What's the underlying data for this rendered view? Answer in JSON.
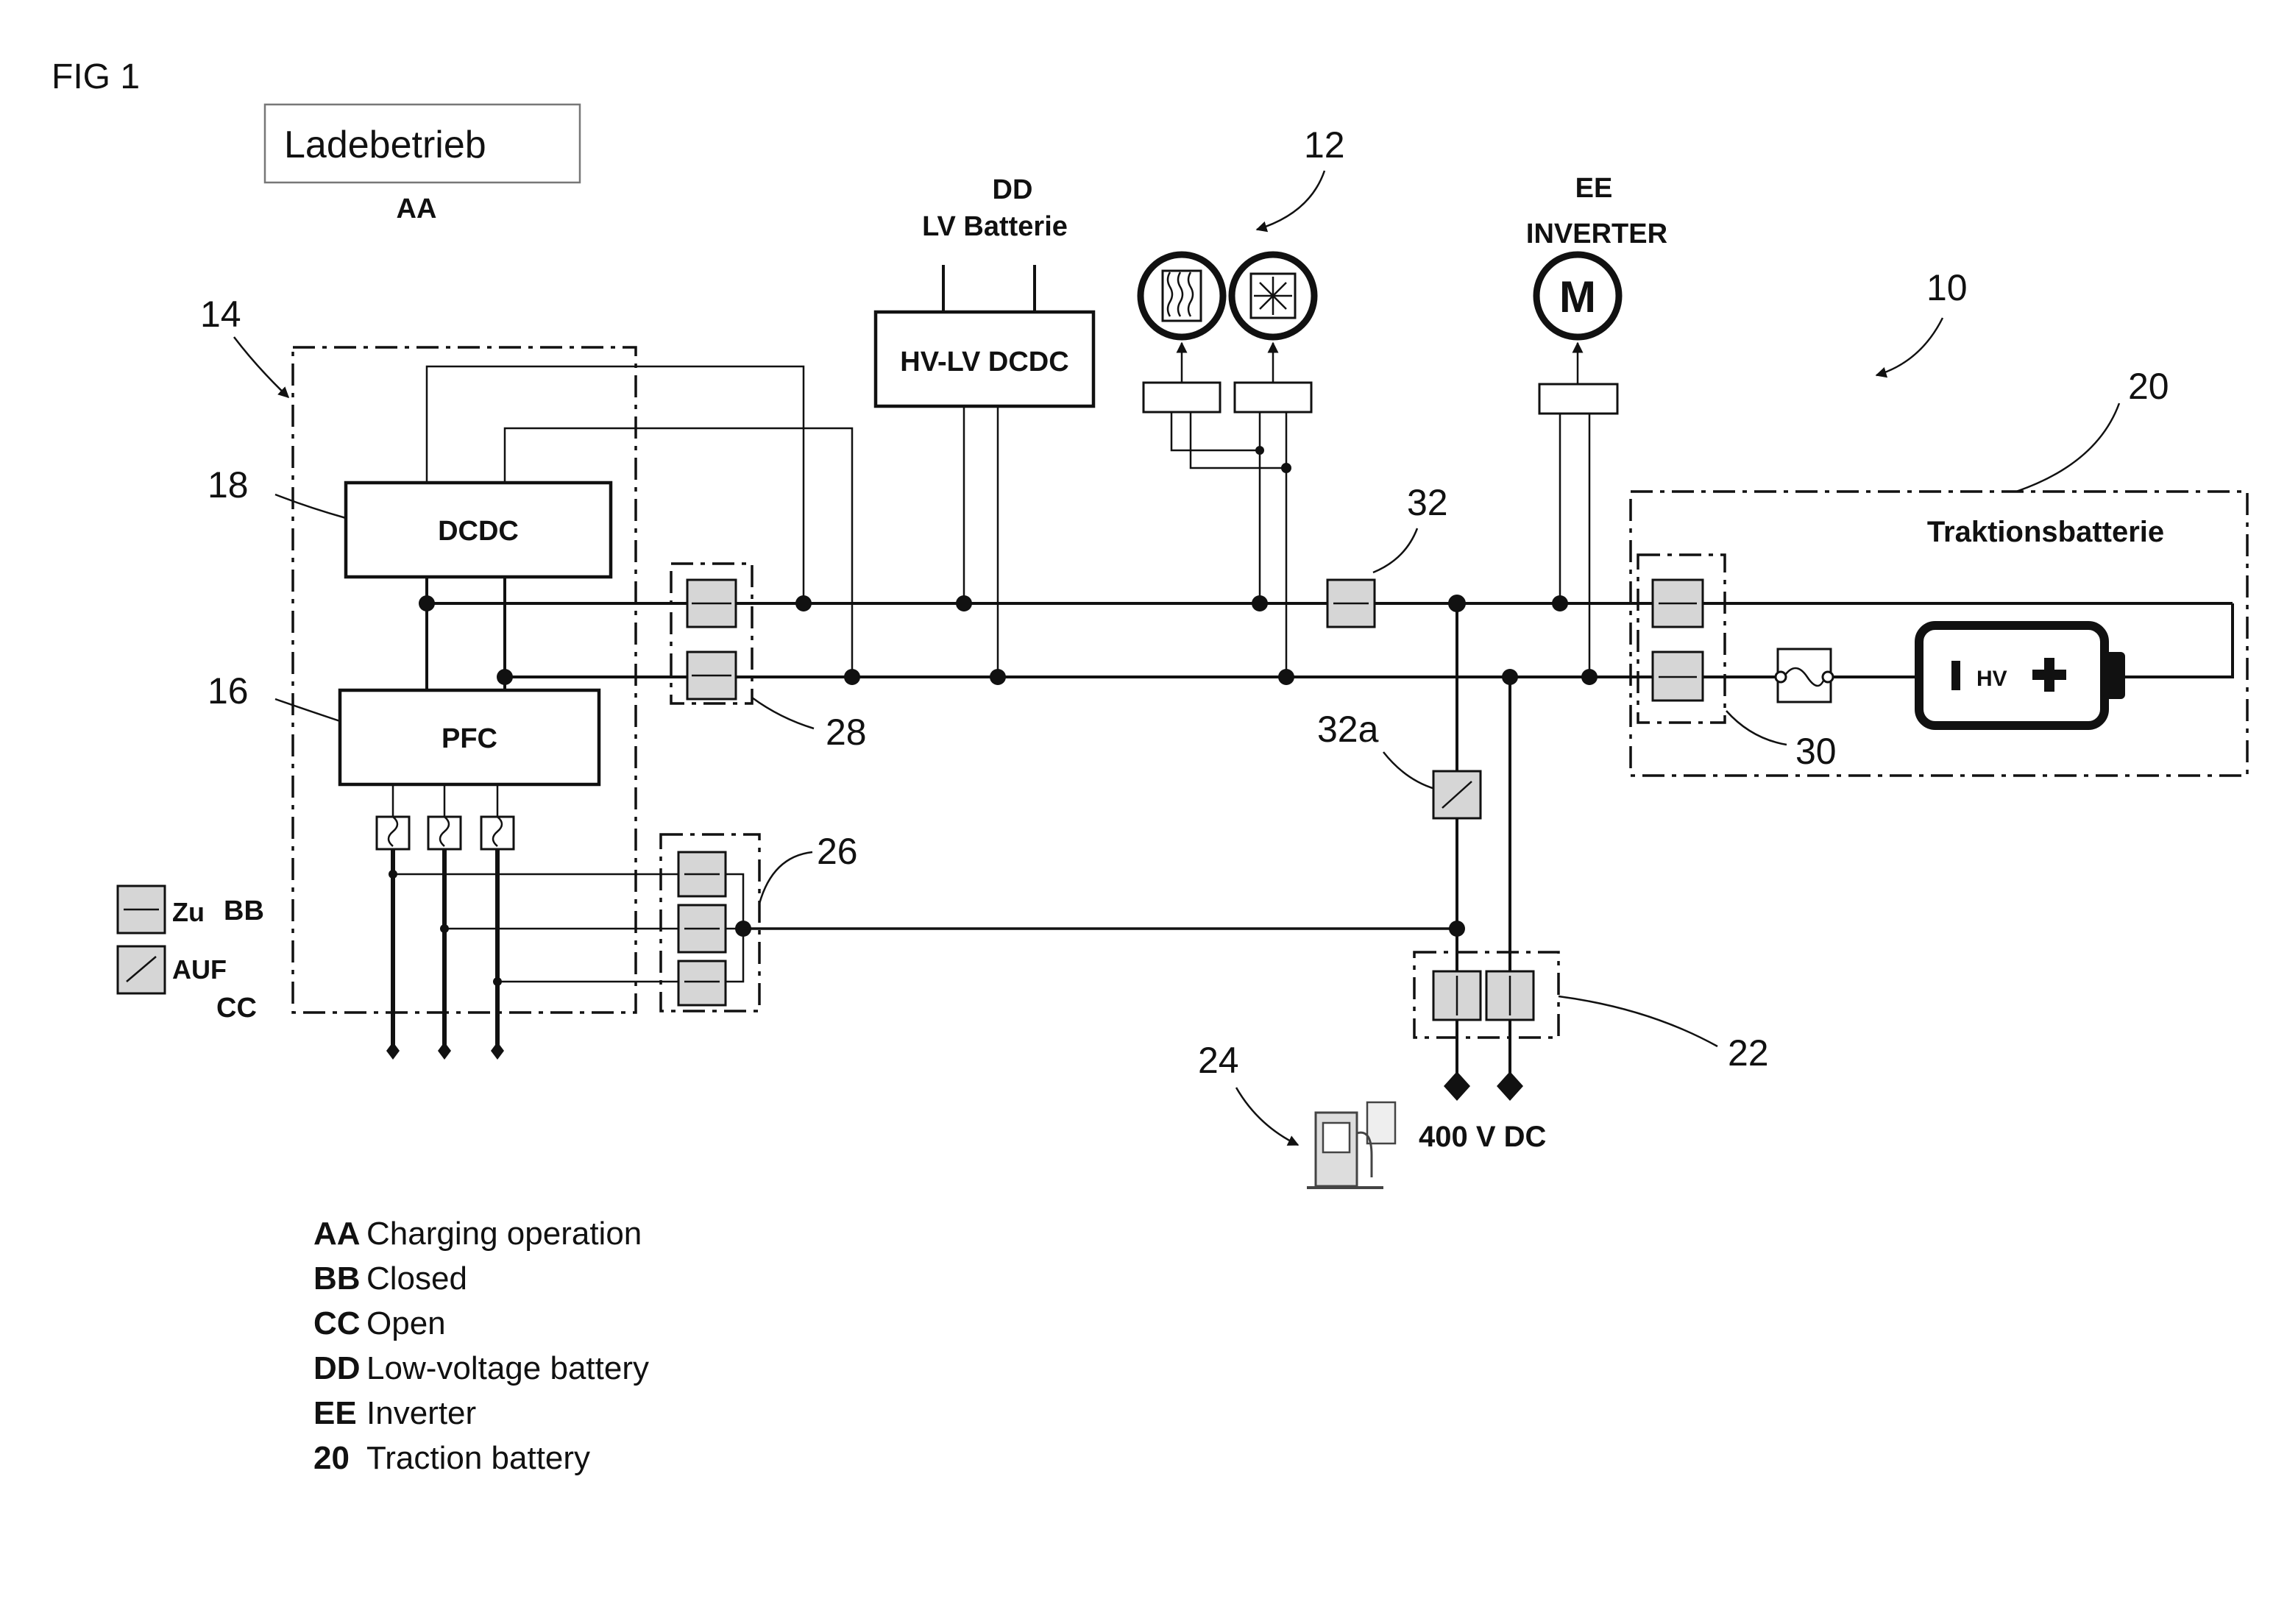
{
  "figure": {
    "fig_label": "FIG 1",
    "mode_label": "Ladebetrieb",
    "mode_key": "AA",
    "dd_key": "DD",
    "dd_label": "LV Batterie",
    "ee_key": "EE",
    "ee_label": "INVERTER",
    "motor_symbol": "M",
    "hvlv_label": "HV-LV DCDC",
    "dcdc_label": "DCDC",
    "pfc_label": "PFC",
    "traction_label": "Traktionsbatterie",
    "battery_label": "HV",
    "dc_label": "400 V DC",
    "switch_legend": {
      "closed_label": "Zu",
      "closed_key": "BB",
      "open_label": "AUF",
      "open_key": "CC"
    },
    "refs": {
      "r10": "10",
      "r12": "12",
      "r14": "14",
      "r16": "16",
      "r18": "18",
      "r20": "20",
      "r22": "22",
      "r24": "24",
      "r26": "26",
      "r28": "28",
      "r30": "30",
      "r32": "32",
      "r32a": "32a"
    },
    "icons": [
      "heater-icon",
      "snowflake-icon",
      "motor-icon",
      "fuse-icon",
      "battery-icon",
      "charging-station-icon",
      "diode-icon"
    ]
  },
  "legend": [
    {
      "key": "AA",
      "text": "Charging operation"
    },
    {
      "key": "BB",
      "text": "Closed"
    },
    {
      "key": "CC",
      "text": "Open"
    },
    {
      "key": "DD",
      "text": "Low-voltage battery"
    },
    {
      "key": "EE",
      "text": "Inverter"
    },
    {
      "key": "20",
      "text": "Traction battery"
    }
  ]
}
